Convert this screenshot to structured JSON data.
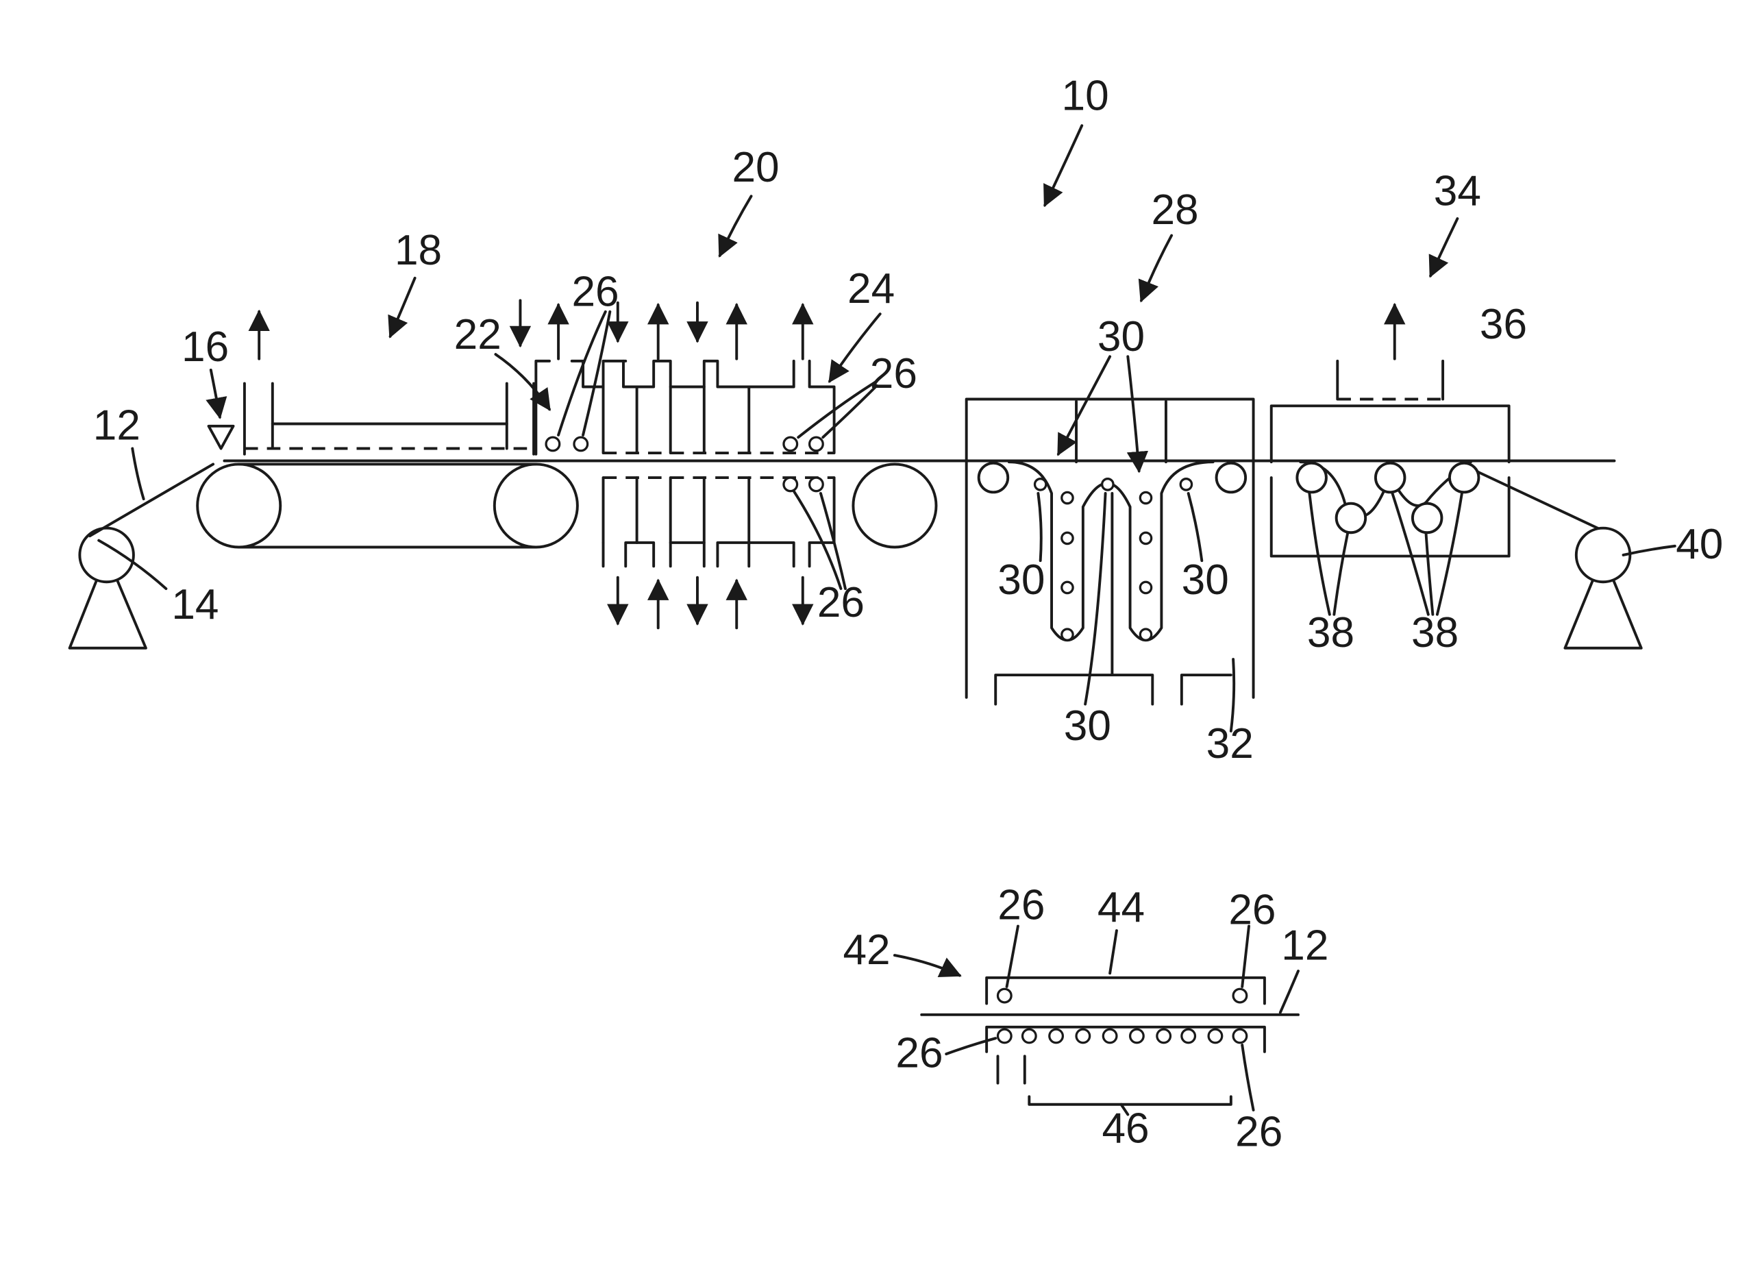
{
  "labels": {
    "l10": "10",
    "l12": "12",
    "l14": "14",
    "l16": "16",
    "l18": "18",
    "l20": "20",
    "l22": "22",
    "l24": "24",
    "l26a": "26",
    "l26b": "26",
    "l26c": "26",
    "l28": "28",
    "l30a": "30",
    "l30b": "30",
    "l30c": "30",
    "l30d": "30",
    "l32": "32",
    "l34": "34",
    "l36": "36",
    "l38a": "38",
    "l38b": "38",
    "l40": "40"
  },
  "detail": {
    "l42": "42",
    "l44": "44",
    "l12": "12",
    "l26tl": "26",
    "l26tr": "26",
    "l26l": "26",
    "l26br": "26",
    "l46": "46"
  }
}
